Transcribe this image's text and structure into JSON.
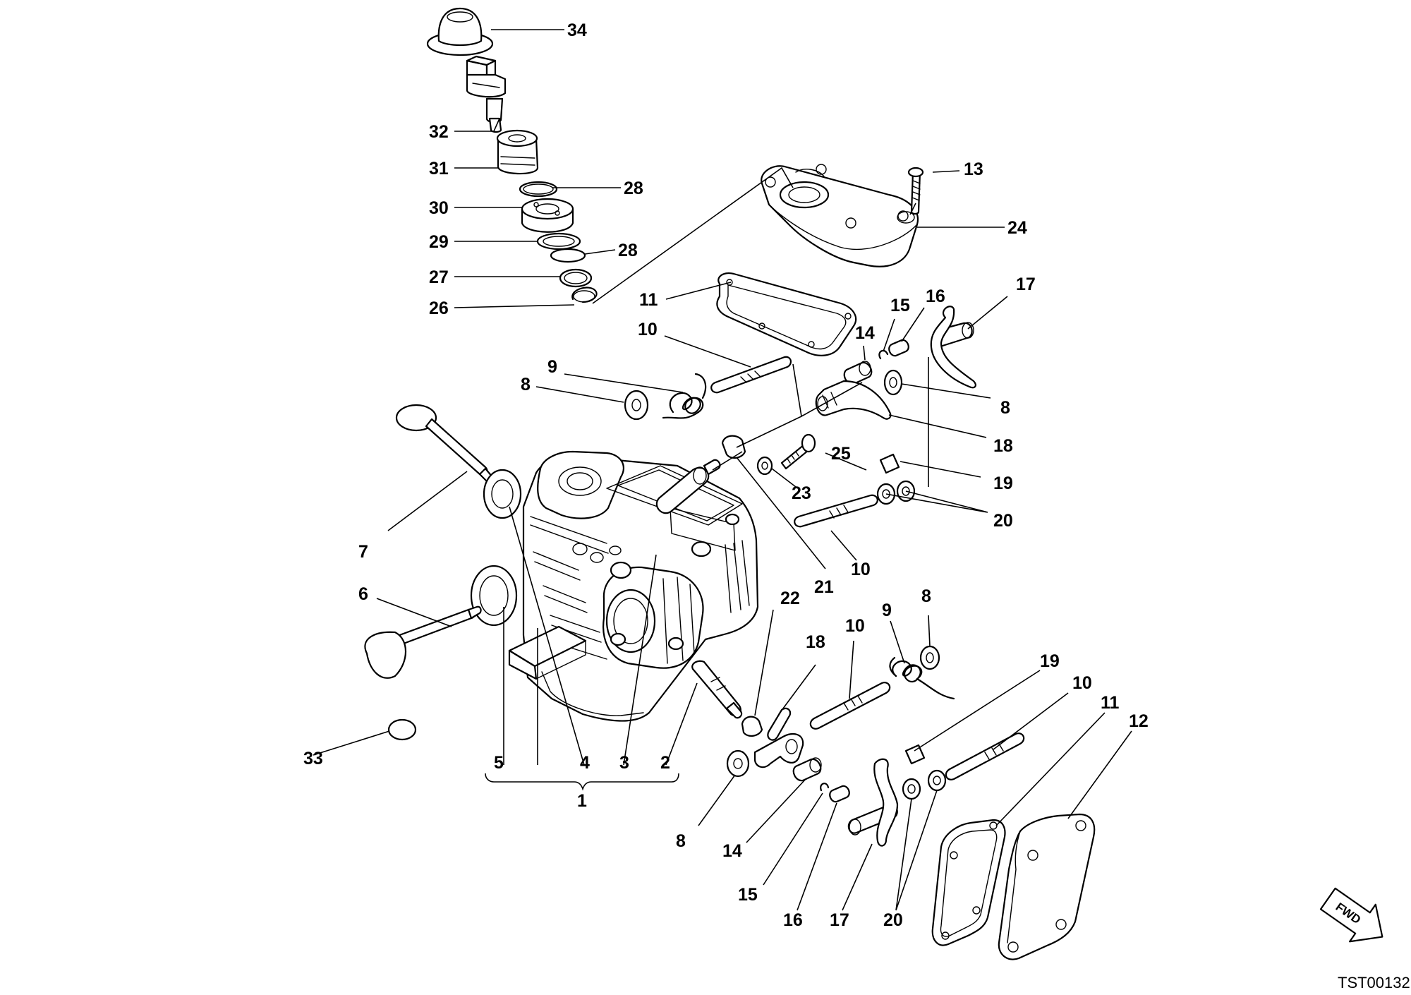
{
  "drawing_code": "TST00132",
  "fwd_label": "FWD",
  "part_numbers": [
    "1",
    "2",
    "3",
    "4",
    "5",
    "6",
    "7",
    "8",
    "9",
    "10",
    "11",
    "12",
    "13",
    "14",
    "15",
    "16",
    "17",
    "18",
    "19",
    "20",
    "21",
    "22",
    "23",
    "24",
    "25",
    "26",
    "27",
    "28",
    "29",
    "30",
    "31",
    "32",
    "33",
    "34"
  ]
}
